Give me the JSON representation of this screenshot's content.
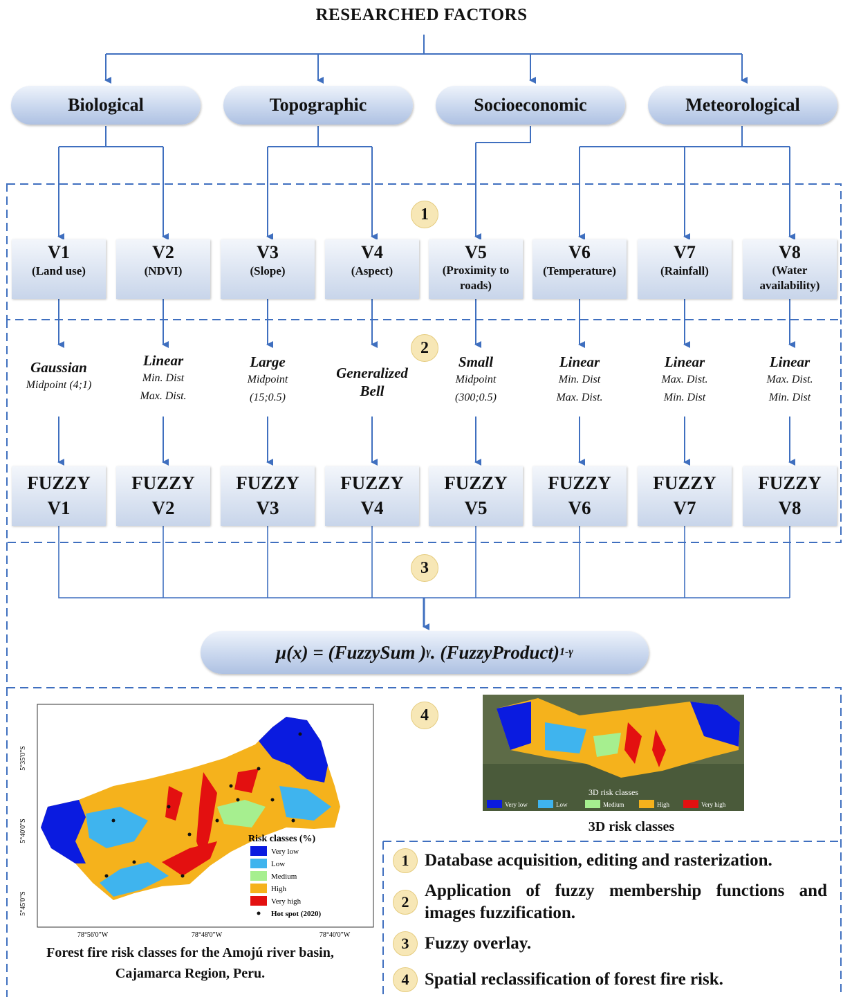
{
  "title": "RESEARCHED FACTORS",
  "factors": [
    "Biological",
    "Topographic",
    "Socioeconomic",
    "Meteorological"
  ],
  "variables": [
    {
      "name": "V1",
      "desc": "(Land use)"
    },
    {
      "name": "V2",
      "desc": "(NDVI)"
    },
    {
      "name": "V3",
      "desc": "(Slope)"
    },
    {
      "name": "V4",
      "desc": "(Aspect)"
    },
    {
      "name": "V5",
      "desc": "(Proximity to roads)"
    },
    {
      "name": "V6",
      "desc": "(Temperature)"
    },
    {
      "name": "V7",
      "desc": "(Rainfall)"
    },
    {
      "name": "V8",
      "desc": "(Water availability)"
    }
  ],
  "functions": [
    {
      "type": "Gaussian",
      "p1": "Midpoint (4;1)",
      "p2": ""
    },
    {
      "type": "Linear",
      "p1": "Min. Dist",
      "p2": "Max. Dist."
    },
    {
      "type": "Large",
      "p1": "Midpoint",
      "p2": "(15;0.5)"
    },
    {
      "type": "Generalized Bell",
      "p1": "",
      "p2": ""
    },
    {
      "type": "Small",
      "p1": "Midpoint",
      "p2": "(300;0.5)"
    },
    {
      "type": "Linear",
      "p1": "Min. Dist",
      "p2": "Max. Dist."
    },
    {
      "type": "Linear",
      "p1": "Max. Dist.",
      "p2": "Min. Dist"
    },
    {
      "type": "Linear",
      "p1": "Max. Dist.",
      "p2": "Min. Dist"
    }
  ],
  "fuzzy": [
    {
      "l1": "FUZZY",
      "l2": "V1"
    },
    {
      "l1": "FUZZY",
      "l2": "V2"
    },
    {
      "l1": "FUZZY",
      "l2": "V3"
    },
    {
      "l1": "FUZZY",
      "l2": "V4"
    },
    {
      "l1": "FUZZY",
      "l2": "V5"
    },
    {
      "l1": "FUZZY",
      "l2": "V6"
    },
    {
      "l1": "FUZZY",
      "l2": "V7"
    },
    {
      "l1": "FUZZY",
      "l2": "V8"
    }
  ],
  "badges": [
    "1",
    "2",
    "3",
    "4"
  ],
  "formula": {
    "main": "μ(x) = (FuzzySum )",
    "exp1": "γ",
    "mid": ". (FuzzyProduct)",
    "exp2": "1-γ"
  },
  "map": {
    "legend_title": "Risk classes (%)",
    "classes": [
      {
        "label": "Very low",
        "color": "#0a1be0"
      },
      {
        "label": "Low",
        "color": "#3fb4ee"
      },
      {
        "label": "Medium",
        "color": "#a6ef8f"
      },
      {
        "label": "High",
        "color": "#f5b21c"
      },
      {
        "label": "Very high",
        "color": "#e31010"
      }
    ],
    "hotspot": "Hot spot (2020)",
    "y_ticks": [
      "5°35'0\"S",
      "5°40'0\"S",
      "5°45'0\"S"
    ],
    "x_ticks": [
      "78°56'0\"W",
      "78°48'0\"W",
      "78°40'0\"W"
    ],
    "caption": "Forest fire risk classes for the Amojú river basin, Cajamarca Region, Peru."
  },
  "map3d": {
    "overlay_title": "3D risk classes",
    "classes": [
      "Very low",
      "Low",
      "Medium",
      "High",
      "Very high"
    ],
    "caption": "3D risk classes"
  },
  "legend": [
    {
      "num": "1",
      "text": "Database acquisition, editing and rasterization."
    },
    {
      "num": "2",
      "text": "Application of fuzzy membership functions and images fuzzification."
    },
    {
      "num": "3",
      "text": "Fuzzy overlay."
    },
    {
      "num": "4",
      "text": "Spatial reclassification of forest fire risk."
    }
  ]
}
